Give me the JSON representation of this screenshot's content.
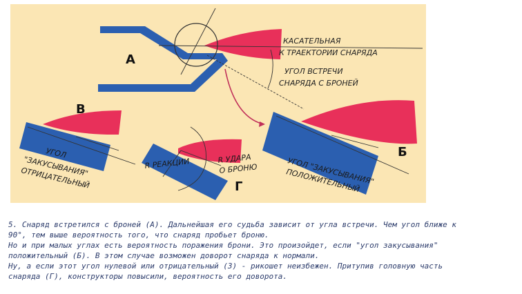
{
  "figure": {
    "letters": {
      "a": "А",
      "b": "Б",
      "v": "В",
      "g": "Г"
    },
    "labels": {
      "tangent_1": "КАСАТЕЛЬНАЯ",
      "tangent_2": "К ТРАЕКТОРИИ СНАРЯДА",
      "meeting_1": "УГОЛ ВСТРЕЧИ",
      "meeting_2": "СНАРЯДА С БРОНЕЙ",
      "bite_neg_1": "УГОЛ",
      "bite_neg_2": "\"ЗАКУСЫВАНИЯ\"",
      "bite_neg_3": "ОТРИЦАТЕЛЬНЫЙ",
      "r_reaction": "R РЕАКЦИИ",
      "r_impact_1": "R УДАРА",
      "r_impact_2": "О БРОНЮ",
      "bite_pos_1": "УГОЛ \"ЗАКУСЫВАНИЯ\"",
      "bite_pos_2": "ПОЛОЖИТЕЛЬНЫЙ"
    },
    "colors": {
      "armor": "#2b5fb0",
      "shell": "#e8305a",
      "background": "#fbe6b4"
    }
  },
  "caption": {
    "line1": "5. Снаряд встретился с броней (А). Дальнейшая его судьба зависит от угла встречи. Чем угол ближе к",
    "line2": "90°, тем выше вероятность того, что снаряд пробьет броню.",
    "line3": "Но и при малых углах есть вероятность поражения брони. Это произойдет, если \"угол закусывания\"",
    "line4": "положительный (Б). В этом случае возможен доворот снаряда к нормали.",
    "line5": "Ну, а если этот угол нулевой или отрицательный (3) - рикошет неизбежен. Притупив головную часть",
    "line6": "снаряда (Г), конструкторы повысили, вероятность его доворота."
  }
}
